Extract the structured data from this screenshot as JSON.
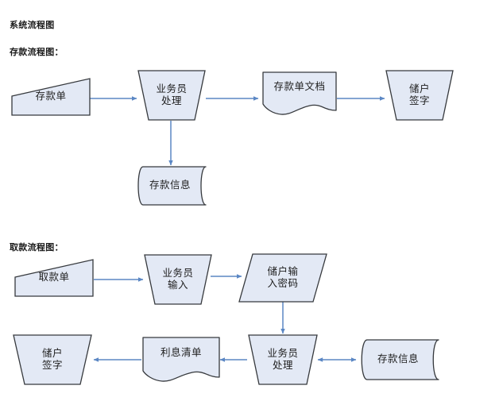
{
  "page": {
    "title": "系统流程图",
    "background": "#ffffff"
  },
  "style": {
    "shape_fill": "#E3E9F5",
    "shape_stroke": "#36393d",
    "shape_stroke_soft": "#9aa6bd",
    "arrow_color": "#5B87C4",
    "text_color": "#1d1d1d"
  },
  "sections": [
    {
      "id": "deposit",
      "heading": "存款流程图：",
      "nodes": [
        {
          "id": "d1",
          "label": [
            "存款单"
          ],
          "shape": "slope-card",
          "icon_name": "input-slip-shape"
        },
        {
          "id": "d2",
          "label": [
            "业务员",
            "处理"
          ],
          "shape": "trapezoid",
          "icon_name": "manual-operation-shape"
        },
        {
          "id": "d3",
          "label": [
            "存款单文档"
          ],
          "shape": "document",
          "icon_name": "document-shape"
        },
        {
          "id": "d4",
          "label": [
            "储户",
            "签字"
          ],
          "shape": "trapezoid",
          "icon_name": "manual-operation-shape"
        },
        {
          "id": "d5",
          "label": [
            "存款信息"
          ],
          "shape": "stored-data",
          "icon_name": "stored-data-shape"
        }
      ],
      "edges": [
        {
          "from": "d1",
          "to": "d2",
          "direction": "right"
        },
        {
          "from": "d2",
          "to": "d3",
          "direction": "right"
        },
        {
          "from": "d3",
          "to": "d4",
          "direction": "right"
        },
        {
          "from": "d2",
          "to": "d5",
          "direction": "down"
        }
      ]
    },
    {
      "id": "withdraw",
      "heading": "取款流程图：",
      "nodes": [
        {
          "id": "w1",
          "label": [
            "取款单"
          ],
          "shape": "slope-card",
          "icon_name": "input-slip-shape"
        },
        {
          "id": "w2",
          "label": [
            "业务员",
            "输入"
          ],
          "shape": "trapezoid",
          "icon_name": "manual-operation-shape"
        },
        {
          "id": "w3",
          "label": [
            "储户输",
            "入密码"
          ],
          "shape": "parallelogram",
          "icon_name": "data-input-shape"
        },
        {
          "id": "w4",
          "label": [
            "业务员",
            "处理"
          ],
          "shape": "trapezoid",
          "icon_name": "manual-operation-shape"
        },
        {
          "id": "w5",
          "label": [
            "利息清单"
          ],
          "shape": "document",
          "icon_name": "document-shape"
        },
        {
          "id": "w6",
          "label": [
            "储户",
            "签字"
          ],
          "shape": "trapezoid",
          "icon_name": "manual-operation-shape"
        },
        {
          "id": "w7",
          "label": [
            "存款信息"
          ],
          "shape": "stored-data",
          "icon_name": "stored-data-shape"
        }
      ],
      "edges": [
        {
          "from": "w1",
          "to": "w2",
          "direction": "right"
        },
        {
          "from": "w2",
          "to": "w3",
          "direction": "right"
        },
        {
          "from": "w3",
          "to": "w4",
          "direction": "down"
        },
        {
          "from": "w4",
          "to": "w5",
          "direction": "left"
        },
        {
          "from": "w5",
          "to": "w6",
          "direction": "left"
        },
        {
          "from": "w4",
          "to": "w7",
          "direction": "both"
        }
      ]
    }
  ]
}
